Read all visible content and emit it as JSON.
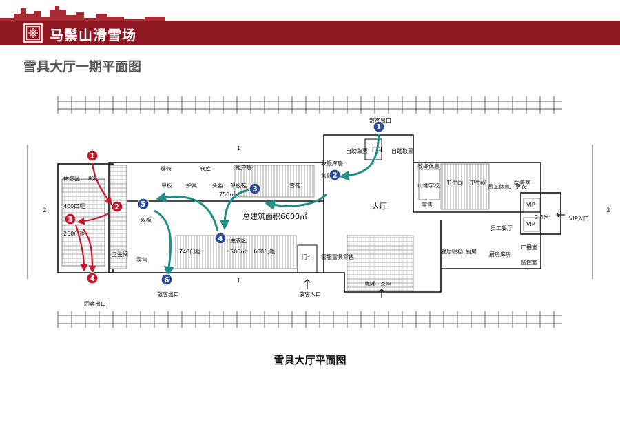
{
  "header": {
    "brand": "马鬃山滑雪场"
  },
  "page_title": "雪具大厅一期平面图",
  "caption": "雪具大厅平面图",
  "plan": {
    "total_area": "总建筑面积6600㎡",
    "rooms": {
      "rest_area": "休息区",
      "size_8m": "8米",
      "locker_400": "400口柜",
      "locker_260": "260门柜",
      "repair": "维修",
      "warehouse": "仓库",
      "rental_room": "租户房",
      "checkout_room": "收银库房",
      "self_rent_1": "自助取票",
      "self_rent_2": "自助取票",
      "gate_top": "门斗",
      "ticket": "售票",
      "single_board": "单板",
      "guard": "护具",
      "helmet": "头盔",
      "board_shoes": "单板鞋",
      "snow_shoes": "雪鞋",
      "double_board": "双板",
      "area_750": "750㎡",
      "hall": "大厅",
      "coach_rest": "教练休息",
      "mountain_school": "山地学校",
      "retail_right": "零售",
      "toilet_1": "卫生间",
      "toilet_2": "卫生间",
      "staff_rest": "员工休息、更衣",
      "medical": "医务室",
      "vip_1": "VIP",
      "vip_2": "VIP",
      "size_24m": "2.4米",
      "vip_entrance": "VIP入口",
      "staff_canteen": "员工餐厅",
      "broadcast": "广播室",
      "monitor": "监控室",
      "kitchen": "厨房",
      "kitchen_store": "厨房库房",
      "canteen_detail": "餐厅明档",
      "locker_740": "740门柜",
      "locker_600": "600门柜",
      "changing": "更衣区",
      "area_500": "500㎡",
      "retail_left": "零售",
      "gate_bottom": "门斗",
      "snow_retail": "雪服雪具零售",
      "coffee": "咖啡",
      "tea": "茶座",
      "toilet_left": "卫生间"
    },
    "exits": {
      "visitor_exit_top": "散客出口",
      "visitor_exit_bottom": "散客出口",
      "visitor_entrance": "散客入口",
      "group_exit": "团客出口"
    },
    "markers": [
      {
        "id": "blue-1",
        "label": "1",
        "color": "#2a4a9a"
      },
      {
        "id": "blue-2",
        "label": "2",
        "color": "#2a4a9a"
      },
      {
        "id": "blue-3",
        "label": "3",
        "color": "#2a4a9a"
      },
      {
        "id": "blue-4",
        "label": "4",
        "color": "#2a4a9a"
      },
      {
        "id": "blue-5",
        "label": "5",
        "color": "#2a4a9a"
      },
      {
        "id": "blue-6",
        "label": "6",
        "color": "#2a4a9a"
      },
      {
        "id": "red-1",
        "label": "1",
        "color": "#c8172a"
      },
      {
        "id": "red-2",
        "label": "2",
        "color": "#c8172a"
      },
      {
        "id": "red-3",
        "label": "3",
        "color": "#c8172a"
      },
      {
        "id": "red-4",
        "label": "4",
        "color": "#c8172a"
      }
    ],
    "section_marks": [
      "1",
      "1"
    ],
    "axis_marks": [
      "2",
      "2"
    ],
    "colors": {
      "flow_teal": "#1f8f85",
      "flow_red": "#c8172a",
      "brand_red": "#8f1722"
    }
  }
}
